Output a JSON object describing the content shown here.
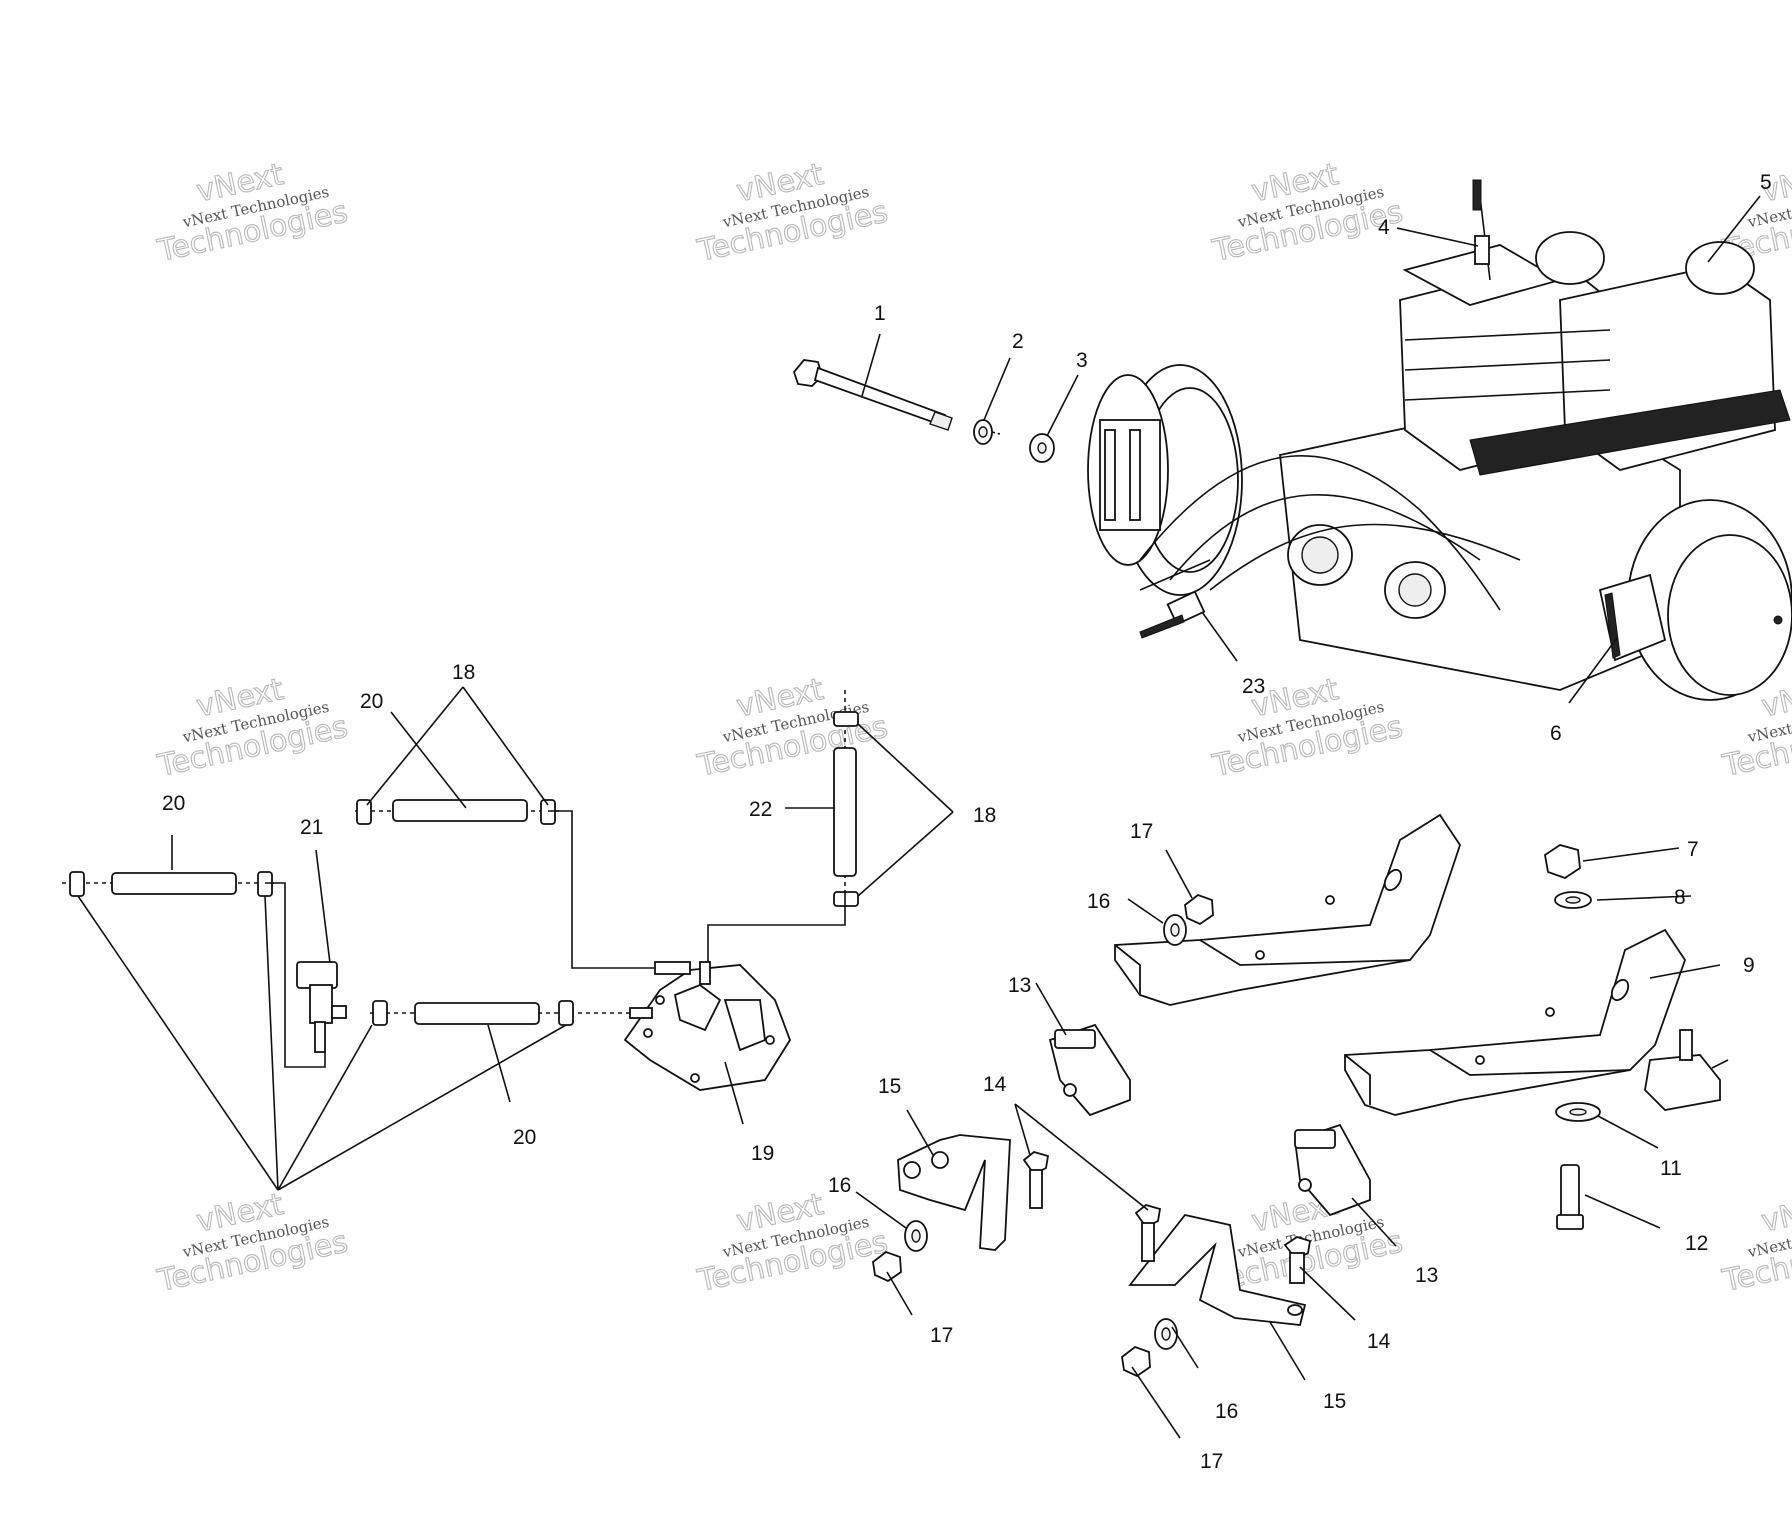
{
  "watermark": {
    "line1": "vNext",
    "line2": "vNext Technologies",
    "line3": "Technologies"
  },
  "callouts": {
    "c1": "1",
    "c2": "2",
    "c3": "3",
    "c4": "4",
    "c5": "5",
    "c6": "6",
    "c7": "7",
    "c8": "8",
    "c9": "9",
    "c11": "11",
    "c12": "12",
    "c13a": "13",
    "c13b": "13",
    "c14a": "14",
    "c14b": "14",
    "c15a": "15",
    "c15b": "15",
    "c16a": "16",
    "c16b": "16",
    "c16c": "16",
    "c17a": "17",
    "c17b": "17",
    "c17c": "17",
    "c18a": "18",
    "c18b": "18",
    "c19": "19",
    "c20a": "20",
    "c20b": "20",
    "c20c": "20",
    "c21": "21",
    "c22": "22",
    "c23": "23"
  }
}
